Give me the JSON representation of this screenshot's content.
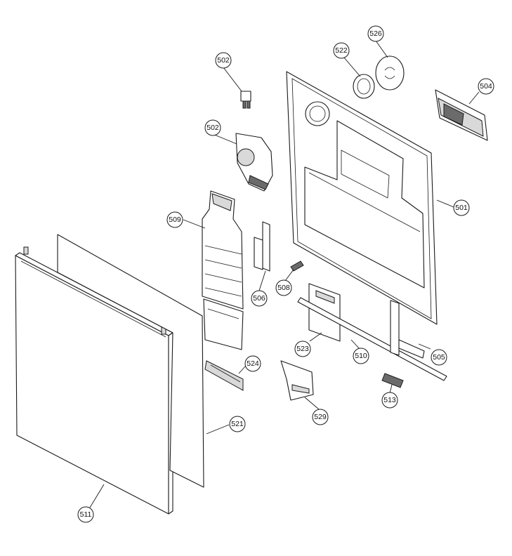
{
  "diagram": {
    "type": "exploded-parts-diagram",
    "callouts": [
      {
        "id": "c502a",
        "label": "502"
      },
      {
        "id": "c502b",
        "label": "502"
      },
      {
        "id": "c522",
        "label": "522"
      },
      {
        "id": "c526",
        "label": "526"
      },
      {
        "id": "c504",
        "label": "504"
      },
      {
        "id": "c501",
        "label": "501"
      },
      {
        "id": "c509",
        "label": "509"
      },
      {
        "id": "c506",
        "label": "506"
      },
      {
        "id": "c508",
        "label": "508"
      },
      {
        "id": "c523",
        "label": "523"
      },
      {
        "id": "c510",
        "label": "510"
      },
      {
        "id": "c505",
        "label": "505"
      },
      {
        "id": "c524",
        "label": "524"
      },
      {
        "id": "c513",
        "label": "513"
      },
      {
        "id": "c529",
        "label": "529"
      },
      {
        "id": "c521",
        "label": "521"
      },
      {
        "id": "c511",
        "label": "511"
      }
    ]
  }
}
